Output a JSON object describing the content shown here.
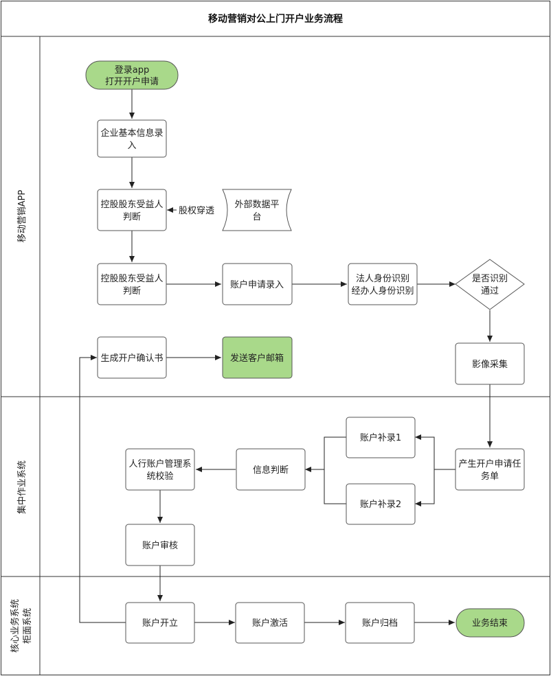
{
  "title": "移动营销对公上门开户业务流程",
  "colors": {
    "green_fill": "#a9d98a",
    "line": "#222222",
    "box_stroke": "#555555"
  },
  "lanes": [
    {
      "label": "移动营销APP"
    },
    {
      "label": "集中作业系统"
    },
    {
      "label_line1": "核心业务系统",
      "label_line2": "柜面系统"
    }
  ],
  "nodes": {
    "login": {
      "line1": "登录app",
      "line2": "打开开户申请"
    },
    "basic_info": {
      "line1": "企业基本信息录",
      "line2": "入"
    },
    "holder1": {
      "line1": "控股股东受益人",
      "line2": "判断"
    },
    "external": {
      "line1": "外部数据平",
      "line2": "台"
    },
    "holder2": {
      "line1": "控股股东受益人",
      "line2": "判断"
    },
    "acct_apply": {
      "line1": "账户申请录入"
    },
    "id_check": {
      "line1": "法人身份识别",
      "line2": "经办人身份识别"
    },
    "decision": {
      "line1": "是否识别",
      "line2": "通过"
    },
    "image": {
      "line1": "影像采集"
    },
    "confirm": {
      "line1": "生成开户确认书"
    },
    "email": {
      "line1": "发送客户邮箱"
    },
    "task": {
      "line1": "产生开户申请任",
      "line2": "务单"
    },
    "supp1": {
      "line1": "账户补录1"
    },
    "supp2": {
      "line1": "账户补录2"
    },
    "info_judge": {
      "line1": "信息判断"
    },
    "pboc": {
      "line1": "人行账户管理系",
      "line2": "统校验"
    },
    "audit": {
      "line1": "账户审核"
    },
    "open": {
      "line1": "账户开立"
    },
    "activate": {
      "line1": "账户激活"
    },
    "archive": {
      "line1": "账户归档"
    },
    "end": {
      "line1": "业务结束"
    }
  },
  "edge_labels": {
    "penetration": "股权穿透"
  }
}
